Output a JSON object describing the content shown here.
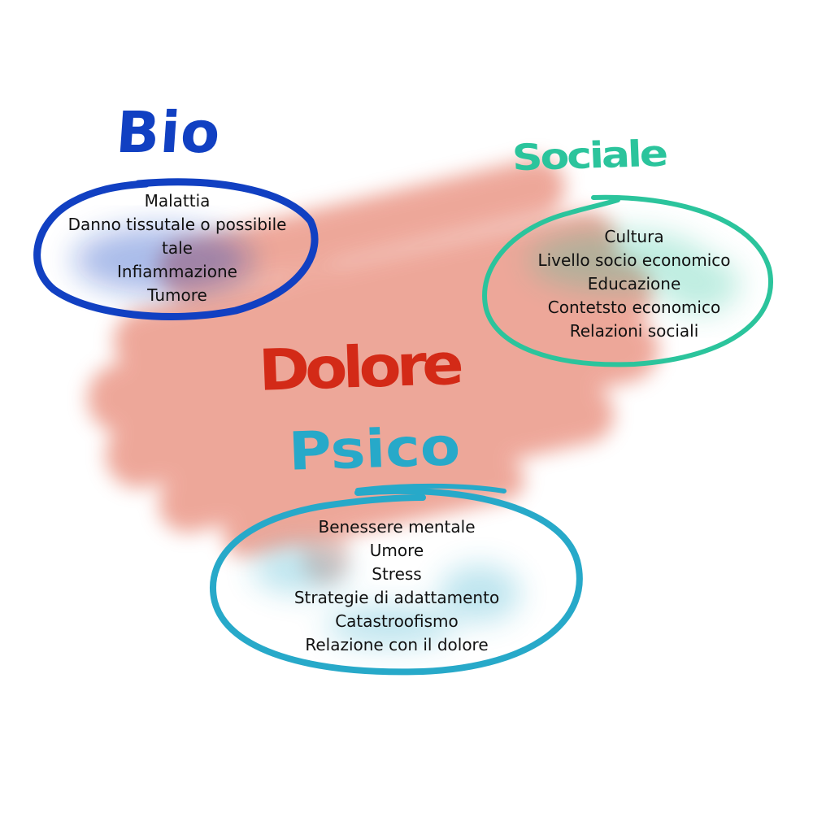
{
  "colors": {
    "bio": "#1140c2",
    "sociale": "#2bc49c",
    "dolore": "#d32a17",
    "psico": "#27a9c9",
    "background_scribble": "#e88a78"
  },
  "center": {
    "title": "Dolore"
  },
  "bio": {
    "title": "Bio",
    "items": [
      "Malattia",
      "Danno tissutale o possibile",
      "tale",
      "Infiammazione",
      "Tumore"
    ]
  },
  "sociale": {
    "title": "Sociale",
    "items": [
      "Cultura",
      "Livello socio economico",
      "Educazione",
      "Contetsto economico",
      "Relazioni sociali"
    ]
  },
  "psico": {
    "title": "Psico",
    "items": [
      "Benessere mentale",
      "Umore",
      "Stress",
      "Strategie di adattamento",
      "Catastroofismo",
      "Relazione con il dolore"
    ]
  }
}
